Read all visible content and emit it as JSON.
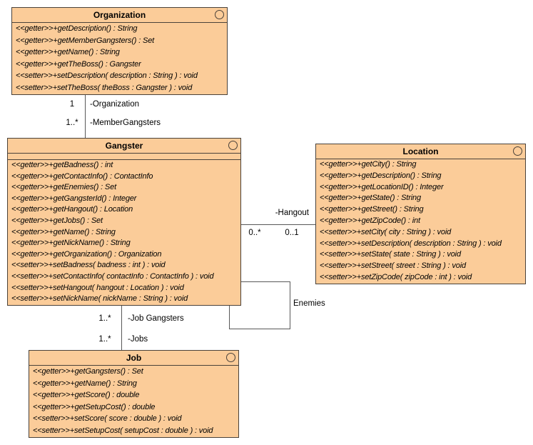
{
  "classes": {
    "organization": {
      "title": "Organization",
      "methods": [
        "<<getter>>+getDescription() : String",
        "<<getter>>+getMemberGangsters() : Set",
        "<<getter>>+getName() : String",
        "<<getter>>+getTheBoss() : Gangster",
        "<<setter>>+setDescription( description : String ) : void",
        "<<setter>>+setTheBoss( theBoss : Gangster ) : void"
      ]
    },
    "gangster": {
      "title": "Gangster",
      "methods": [
        "<<getter>>+getBadness() : int",
        "<<getter>>+getContactInfo() : ContactInfo",
        "<<getter>>+getEnemies() : Set",
        "<<getter>>+getGangsterId() : Integer",
        "<<getter>>+getHangout() : Location",
        "<<getter>>+getJobs() : Set",
        "<<getter>>+getName() : String",
        "<<getter>>+getNickName() : String",
        "<<getter>>+getOrganization() : Organization",
        "<<setter>>+setBadness( badness : int ) : void",
        "<<setter>>+setContactInfo( contactInfo : ContactInfo ) : void",
        "<<setter>>+setHangout( hangout : Location ) : void",
        "<<setter>>+setNickName( nickName : String ) : void"
      ]
    },
    "location": {
      "title": "Location",
      "methods": [
        "<<getter>>+getCity() : String",
        "<<getter>>+getDescription() : String",
        "<<getter>>+getLocationID() : Integer",
        "<<getter>>+getState() : String",
        "<<getter>>+getStreet() : String",
        "<<getter>>+getZipCode() : int",
        "<<setter>>+setCity( city : String ) : void",
        "<<setter>>+setDescription( description : String ) : void",
        "<<setter>>+setState( state : String ) : void",
        "<<setter>>+setStreet( street : String ) : void",
        "<<setter>>+setZipCode( zipCode : int ) : void"
      ]
    },
    "job": {
      "title": "Job",
      "methods": [
        "<<getter>>+getGangsters() : Set",
        "<<getter>>+getName() : String",
        "<<getter>>+getScore() : double",
        "<<getter>>+getSetupCost() : double",
        "<<setter>>+setScore( score : double ) : void",
        "<<setter>>+setSetupCost( setupCost : double ) : void"
      ]
    }
  },
  "relations": {
    "organization_gangster": {
      "multiplicity_organization_end": "1",
      "role_organization": "-Organization",
      "multiplicity_gangster_end": "1..*",
      "role_member_gangsters": "-MemberGangsters"
    },
    "gangster_location": {
      "role_hangout": "-Hangout",
      "multiplicity_gangster_end": "0..*",
      "multiplicity_location_end": "0..1"
    },
    "gangster_job": {
      "multiplicity_gangster_end": "1..*",
      "role_job_gangsters": "-Job Gangsters",
      "multiplicity_job_end": "1..*",
      "role_jobs": "-Jobs"
    },
    "gangster_enemies": {
      "label": "Enemies"
    }
  },
  "colors": {
    "class_fill": "#FBCC99",
    "class_border": "#4A423A",
    "connector": "#585858"
  }
}
